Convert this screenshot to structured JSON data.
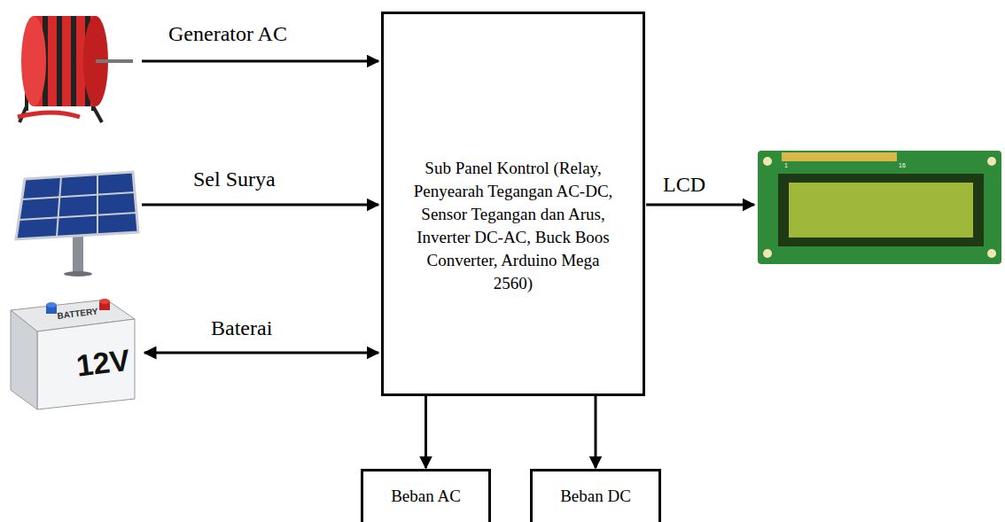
{
  "diagram": {
    "nodes": [
      {
        "text": [
          "Sub Panel Kontrol (Relay, Penyearah Tegangan AC-DC, Sensor Tegangan dan Arus, Inverter DC-AC, Buck Boos Converter, Arduino Mega 2560)"
        ]
      },
      {
        "text": [
          "Beban AC"
        ]
      },
      {
        "text": [
          "Beban DC"
        ]
      }
    ],
    "edges": [
      {
        "from": 0,
        "to": 1,
        "arrow": "to"
      },
      {
        "from": 0,
        "to": 2,
        "arrow": "to"
      }
    ],
    "labels": [
      "Generator AC",
      "Sel Surya",
      "Baterai",
      "LCD",
      "BATTERY",
      "12V",
      "1",
      "16"
    ]
  }
}
